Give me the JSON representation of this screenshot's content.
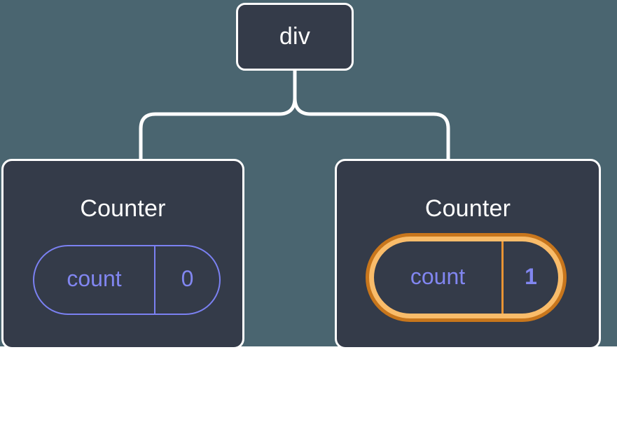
{
  "diagram": {
    "title": "React component tree with highlighted state update",
    "background_color": "#4a6570",
    "node_fill_color": "#343b49",
    "node_border_color": "#ffffff",
    "connector_color": "#ffffff",
    "state_color": "#8186f0",
    "highlight_outer_color": "#c8761c",
    "highlight_inner_color": "#f9bc6a",
    "highlight_divider_color": "#e99434"
  },
  "root": {
    "label": "div"
  },
  "children": [
    {
      "id": "counter-left",
      "title": "Counter",
      "state": {
        "key": "count",
        "value": "0",
        "highlighted": false
      }
    },
    {
      "id": "counter-right",
      "title": "Counter",
      "state": {
        "key": "count",
        "value": "1",
        "highlighted": true
      },
      "sparkles": [
        {
          "name": "sparkle-large"
        },
        {
          "name": "sparkle-small"
        }
      ]
    }
  ],
  "icons": {
    "sparkle_large": "sparkle-icon",
    "sparkle_small": "sparkle-icon"
  }
}
